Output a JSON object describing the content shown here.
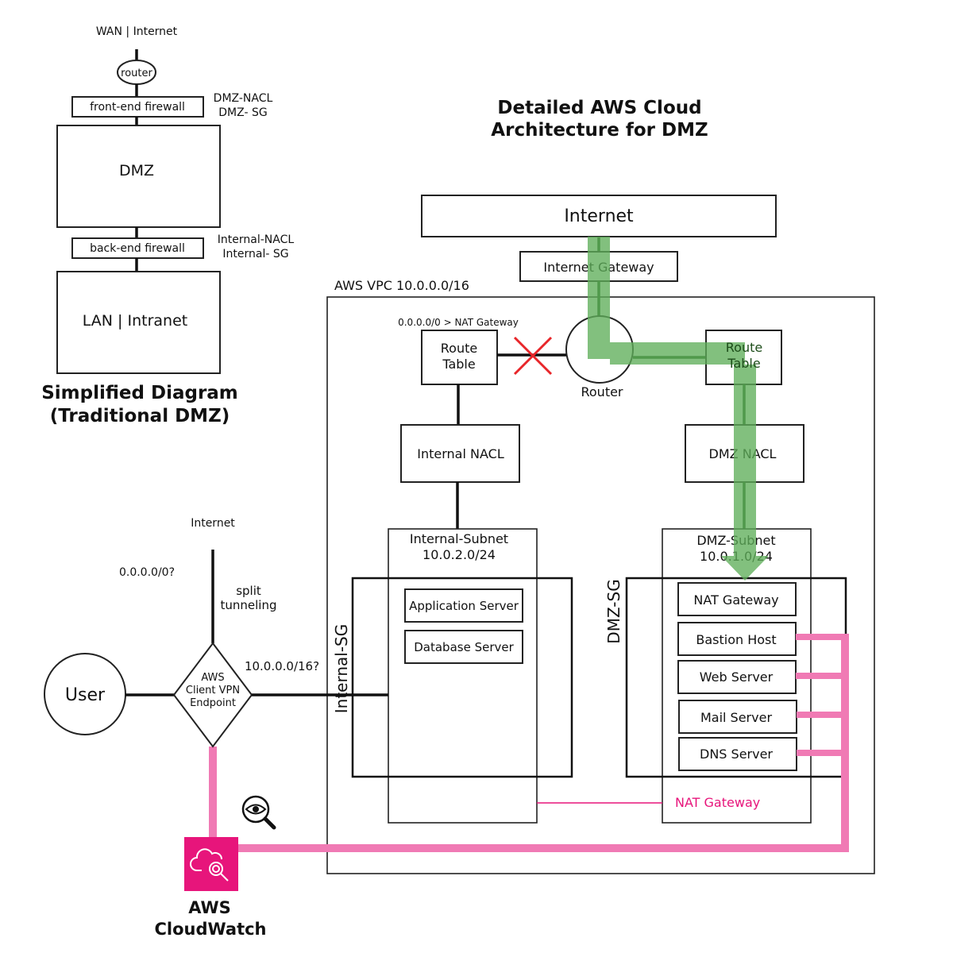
{
  "simplified": {
    "wan_label": "WAN | Internet",
    "router_label": "router",
    "front_firewall": "front-end firewall",
    "front_note_1": "DMZ-NACL",
    "front_note_2": "DMZ- SG",
    "dmz_label": "DMZ",
    "back_firewall": "back-end firewall",
    "back_note_1": "Internal-NACL",
    "back_note_2": "Internal- SG",
    "lan_label": "LAN | Intranet",
    "title_1": "Simplified Diagram",
    "title_2": "(Traditional DMZ)"
  },
  "detailed": {
    "title_1": "Detailed AWS Cloud",
    "title_2": "Architecture for DMZ",
    "internet": "Internet",
    "internet_gateway": "Internet Gateway",
    "vpc_label": "AWS VPC 10.0.0.0/16",
    "route_note": "0.0.0.0/0 > NAT Gateway",
    "route_table_left_1": "Route",
    "route_table_left_2": "Table",
    "route_table_right_1": "Route",
    "route_table_right_2": "Table",
    "router": "Router",
    "internal_nacl": "Internal NACL",
    "dmz_nacl": "DMZ NACL",
    "internal_subnet_1": "Internal-Subnet",
    "internal_subnet_2": "10.0.2.0/24",
    "dmz_subnet_1": "DMZ-Subnet",
    "dmz_subnet_2": "10.0.1.0/24",
    "internal_sg": "Internal-SG",
    "dmz_sg": "DMZ-SG",
    "internal_servers": [
      "Application Server",
      "Database Server"
    ],
    "dmz_servers": [
      "NAT Gateway",
      "Bastion Host",
      "Web Server",
      "Mail Server",
      "DNS Server"
    ],
    "nat_gateway_pink": "NAT Gateway"
  },
  "vpn": {
    "internet": "Internet",
    "route_all": "0.0.0.0/0?",
    "split_1": "split",
    "split_2": "tunneling",
    "route_vpc": "10.0.0.0/16?",
    "user": "User",
    "endpoint_1": "AWS",
    "endpoint_2": "Client VPN",
    "endpoint_3": "Endpoint"
  },
  "cloudwatch": {
    "label_1": "AWS",
    "label_2": "CloudWatch",
    "color": "#e7157b"
  },
  "colors": {
    "traffic_path": "#5fae5a",
    "monitoring": "#f07ab4",
    "blocked": "#e8262a"
  }
}
